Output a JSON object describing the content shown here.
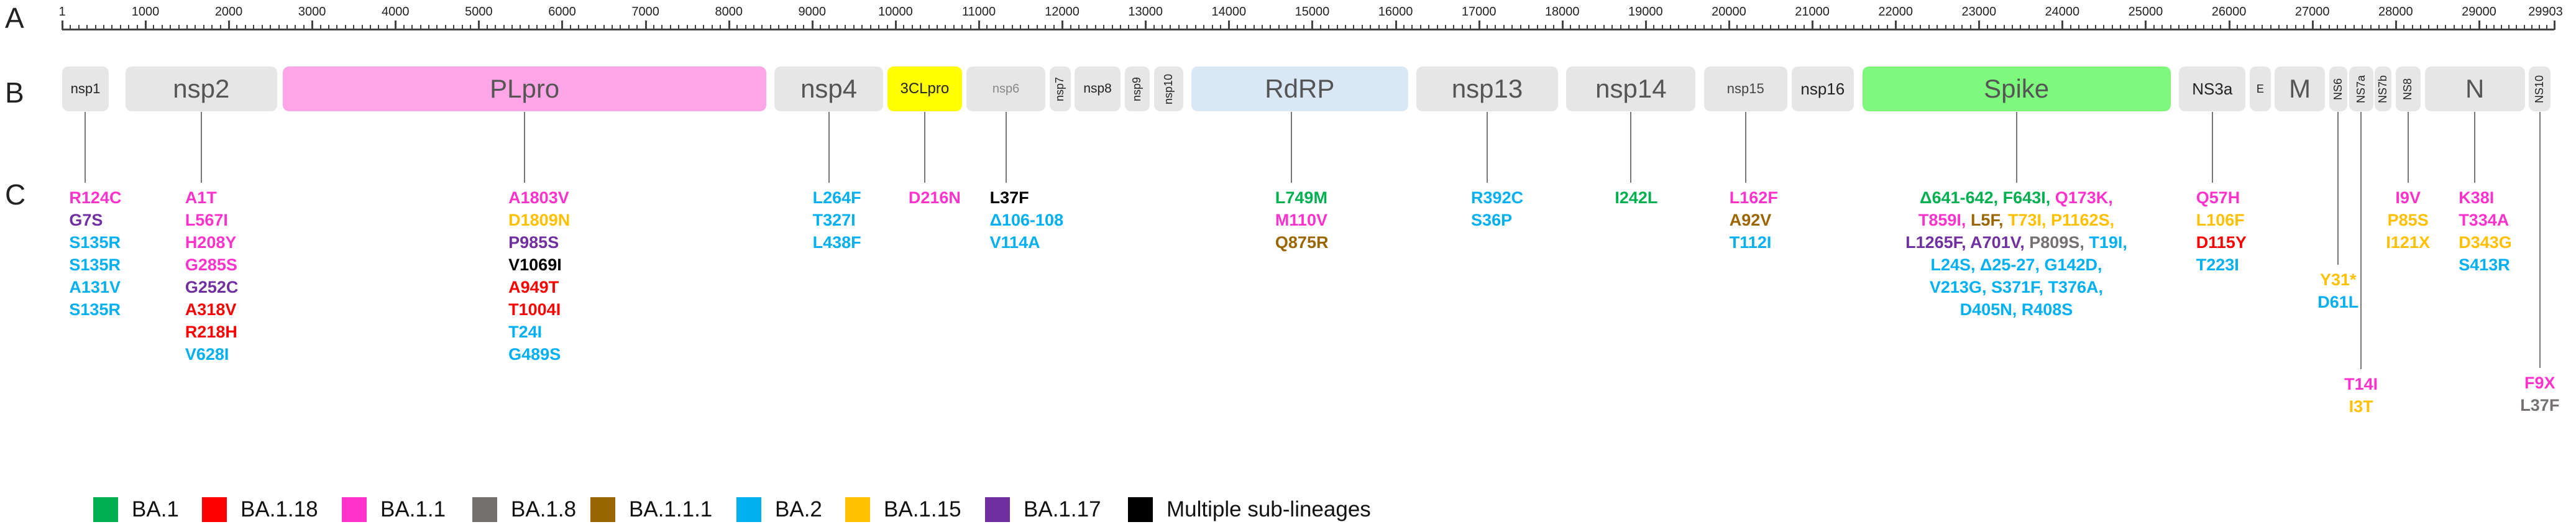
{
  "row_labels": [
    "A",
    "B",
    "C"
  ],
  "axis": {
    "min": 1,
    "max": 29903,
    "ticks": [
      {
        "pos": 1,
        "label": "1"
      },
      {
        "pos": 1000,
        "label": "1000"
      },
      {
        "pos": 2000,
        "label": "2000"
      },
      {
        "pos": 3000,
        "label": "3000"
      },
      {
        "pos": 4000,
        "label": "4000"
      },
      {
        "pos": 5000,
        "label": "5000"
      },
      {
        "pos": 6000,
        "label": "6000"
      },
      {
        "pos": 7000,
        "label": "7000"
      },
      {
        "pos": 8000,
        "label": "8000"
      },
      {
        "pos": 9000,
        "label": "9000"
      },
      {
        "pos": 10000,
        "label": "10000"
      },
      {
        "pos": 11000,
        "label": "11000"
      },
      {
        "pos": 12000,
        "label": "12000"
      },
      {
        "pos": 13000,
        "label": "13000"
      },
      {
        "pos": 14000,
        "label": "14000"
      },
      {
        "pos": 15000,
        "label": "15000"
      },
      {
        "pos": 16000,
        "label": "16000"
      },
      {
        "pos": 17000,
        "label": "17000"
      },
      {
        "pos": 18000,
        "label": "18000"
      },
      {
        "pos": 19000,
        "label": "19000"
      },
      {
        "pos": 20000,
        "label": "20000"
      },
      {
        "pos": 21000,
        "label": "21000"
      },
      {
        "pos": 22000,
        "label": "22000"
      },
      {
        "pos": 23000,
        "label": "23000"
      },
      {
        "pos": 24000,
        "label": "24000"
      },
      {
        "pos": 25000,
        "label": "25000"
      },
      {
        "pos": 26000,
        "label": "26000"
      },
      {
        "pos": 27000,
        "label": "27000"
      },
      {
        "pos": 28000,
        "label": "28000"
      },
      {
        "pos": 29000,
        "label": "29000"
      },
      {
        "pos": 29903,
        "label": "29903"
      }
    ]
  },
  "colors": {
    "BA.1": "#00b050",
    "BA.1.18": "#ff0000",
    "BA.1.1": "#ff33cc",
    "BA.1.8": "#767171",
    "BA.1.1.1": "#996600",
    "BA.2": "#00b0f0",
    "BA.1.15": "#ffc000",
    "BA.1.17": "#7030a0",
    "Multiple sub-lineages": "#000000"
  },
  "genes": [
    {
      "name": "nsp1",
      "start": 1,
      "end": 560,
      "fill": "#e7e6e6",
      "text": "#222222",
      "font": 22,
      "vertical": false
    },
    {
      "name": "nsp2",
      "start": 760,
      "end": 2580,
      "fill": "#e7e6e6",
      "text": "#555555",
      "font": 42,
      "vertical": false
    },
    {
      "name": "PLpro",
      "start": 2650,
      "end": 8450,
      "fill": "#ffa6e9",
      "text": "#555555",
      "font": 42,
      "vertical": false
    },
    {
      "name": "nsp4",
      "start": 8550,
      "end": 9850,
      "fill": "#e7e6e6",
      "text": "#555555",
      "font": 42,
      "vertical": false
    },
    {
      "name": "3CLpro",
      "start": 9900,
      "end": 10800,
      "fill": "#ffff00",
      "text": "#222222",
      "font": 24,
      "vertical": false
    },
    {
      "name": "nsp6",
      "start": 10850,
      "end": 11800,
      "fill": "#e7e6e6",
      "text": "#888888",
      "font": 20,
      "vertical": false
    },
    {
      "name": "nsp7",
      "start": 11850,
      "end": 12100,
      "fill": "#e7e6e6",
      "text": "#222222",
      "font": 18,
      "vertical": true
    },
    {
      "name": "nsp8",
      "start": 12150,
      "end": 12700,
      "fill": "#e7e6e6",
      "text": "#222222",
      "font": 21,
      "vertical": false
    },
    {
      "name": "nsp9",
      "start": 12750,
      "end": 13050,
      "fill": "#e7e6e6",
      "text": "#222222",
      "font": 18,
      "vertical": true
    },
    {
      "name": "nsp10",
      "start": 13100,
      "end": 13450,
      "fill": "#e7e6e6",
      "text": "#222222",
      "font": 18,
      "vertical": true
    },
    {
      "name": "RdRP",
      "start": 13550,
      "end": 16150,
      "fill": "#dae8f6",
      "text": "#555555",
      "font": 42,
      "vertical": false
    },
    {
      "name": "nsp13",
      "start": 16250,
      "end": 17950,
      "fill": "#e7e6e6",
      "text": "#555555",
      "font": 42,
      "vertical": false
    },
    {
      "name": "nsp14",
      "start": 18050,
      "end": 19600,
      "fill": "#e7e6e6",
      "text": "#555555",
      "font": 42,
      "vertical": false
    },
    {
      "name": "nsp15",
      "start": 19700,
      "end": 20700,
      "fill": "#e7e6e6",
      "text": "#444444",
      "font": 22,
      "vertical": false
    },
    {
      "name": "nsp16",
      "start": 20750,
      "end": 21500,
      "fill": "#e7e6e6",
      "text": "#222222",
      "font": 26,
      "vertical": false
    },
    {
      "name": "Spike",
      "start": 21600,
      "end": 25300,
      "fill": "#7ef97e",
      "text": "#555555",
      "font": 42,
      "vertical": false
    },
    {
      "name": "NS3a",
      "start": 25400,
      "end": 26200,
      "fill": "#e7e6e6",
      "text": "#222222",
      "font": 26,
      "vertical": false
    },
    {
      "name": "E",
      "start": 26250,
      "end": 26500,
      "fill": "#e7e6e6",
      "text": "#222222",
      "font": 18,
      "vertical": false
    },
    {
      "name": "M",
      "start": 26550,
      "end": 27150,
      "fill": "#e7e6e6",
      "text": "#555555",
      "font": 42,
      "vertical": false
    },
    {
      "name": "NS6",
      "start": 27200,
      "end": 27420,
      "fill": "#e7e6e6",
      "text": "#222222",
      "font": 18,
      "vertical": true
    },
    {
      "name": "NS7a",
      "start": 27440,
      "end": 27730,
      "fill": "#e7e6e6",
      "text": "#222222",
      "font": 18,
      "vertical": true
    },
    {
      "name": "NS7b",
      "start": 27750,
      "end": 27950,
      "fill": "#e7e6e6",
      "text": "#222222",
      "font": 18,
      "vertical": true
    },
    {
      "name": "NS8",
      "start": 28000,
      "end": 28300,
      "fill": "#e7e6e6",
      "text": "#222222",
      "font": 18,
      "vertical": true
    },
    {
      "name": "N",
      "start": 28350,
      "end": 29550,
      "fill": "#e7e6e6",
      "text": "#555555",
      "font": 42,
      "vertical": false
    },
    {
      "name": "NS10",
      "start": 29600,
      "end": 29860,
      "fill": "#e7e6e6",
      "text": "#222222",
      "font": 18,
      "vertical": true
    }
  ],
  "mutation_groups": [
    {
      "gene": "nsp1",
      "at": 280,
      "row": "upper",
      "align": "left",
      "lines": [
        {
          "text": "R124C",
          "lineage": "BA.1.1"
        },
        {
          "text": "G7S",
          "lineage": "BA.1.17"
        },
        {
          "text": "S135R",
          "lineage": "BA.2"
        },
        {
          "text": "S135R",
          "lineage": "BA.2"
        },
        {
          "text": "A131V",
          "lineage": "BA.2"
        },
        {
          "text": "S135R",
          "lineage": "BA.2"
        }
      ]
    },
    {
      "gene": "nsp2",
      "at": 1670,
      "row": "upper",
      "align": "left",
      "lines": [
        {
          "text": "A1T",
          "lineage": "BA.1.1"
        },
        {
          "text": "L567I",
          "lineage": "BA.1.1"
        },
        {
          "text": "H208Y",
          "lineage": "BA.1.1"
        },
        {
          "text": "G285S",
          "lineage": "BA.1.1"
        },
        {
          "text": "G252C",
          "lineage": "BA.1.17"
        },
        {
          "text": "A318V",
          "lineage": "BA.1.18"
        },
        {
          "text": "R218H",
          "lineage": "BA.1.18"
        },
        {
          "text": "V628I",
          "lineage": "BA.2"
        }
      ]
    },
    {
      "gene": "PLpro",
      "at": 5550,
      "row": "upper",
      "align": "left",
      "lines": [
        {
          "text": "A1803V",
          "lineage": "BA.1.1"
        },
        {
          "text": "D1809N",
          "lineage": "BA.1.15"
        },
        {
          "text": "P985S",
          "lineage": "BA.1.17"
        },
        {
          "text": "V1069I",
          "lineage": "Multiple sub-lineages"
        },
        {
          "text": "A949T",
          "lineage": "BA.1.18"
        },
        {
          "text": "T1004I",
          "lineage": "BA.1.18"
        },
        {
          "text": "T24I",
          "lineage": "BA.2"
        },
        {
          "text": "G489S",
          "lineage": "BA.2"
        }
      ]
    },
    {
      "gene": "nsp4",
      "at": 9200,
      "row": "upper",
      "align": "left",
      "lines": [
        {
          "text": "L264F",
          "lineage": "BA.2"
        },
        {
          "text": "T327I",
          "lineage": "BA.2"
        },
        {
          "text": "L438F",
          "lineage": "BA.2"
        }
      ]
    },
    {
      "gene": "3CLpro",
      "at": 10350,
      "row": "upper",
      "align": "left",
      "lines": [
        {
          "text": "D216N",
          "lineage": "BA.1.1"
        }
      ]
    },
    {
      "gene": "nsp6",
      "at": 11325,
      "row": "upper",
      "align": "left",
      "lines": [
        {
          "text": "L37F",
          "lineage": "Multiple sub-lineages"
        },
        {
          "text": "Δ106-108",
          "lineage": "BA.2"
        },
        {
          "text": "V114A",
          "lineage": "BA.2"
        }
      ]
    },
    {
      "gene": "RdRP",
      "at": 14750,
      "row": "upper",
      "align": "left",
      "lines": [
        {
          "text": "L749M",
          "lineage": "BA.1"
        },
        {
          "text": "M110V",
          "lineage": "BA.1.1"
        },
        {
          "text": "Q875R",
          "lineage": "BA.1.1.1"
        }
      ]
    },
    {
      "gene": "nsp13",
      "at": 17100,
      "row": "upper",
      "align": "left",
      "lines": [
        {
          "text": "R392C",
          "lineage": "BA.2"
        },
        {
          "text": "S36P",
          "lineage": "BA.2"
        }
      ]
    },
    {
      "gene": "nsp14",
      "at": 18825,
      "row": "upper",
      "align": "left",
      "lines": [
        {
          "text": "I242L",
          "lineage": "BA.1"
        }
      ]
    },
    {
      "gene": "nsp15",
      "at": 20200,
      "row": "upper",
      "align": "left",
      "lines": [
        {
          "text": "L162F",
          "lineage": "BA.1.1"
        },
        {
          "text": "A92V",
          "lineage": "BA.1.1.1"
        },
        {
          "text": "T112I",
          "lineage": "BA.2"
        }
      ]
    },
    {
      "gene": "Spike",
      "at": 23450,
      "row": "upper",
      "align": "center",
      "lines": [
        {
          "segments": [
            {
              "text": "Δ641-642, F643I, ",
              "lineage": "BA.1"
            },
            {
              "text": "Q173K,",
              "lineage": "BA.1.1"
            }
          ]
        },
        {
          "segments": [
            {
              "text": "T859I, ",
              "lineage": "BA.1.1"
            },
            {
              "text": "L5F, ",
              "lineage": "BA.1.1.1"
            },
            {
              "text": "T73I, ",
              "lineage": "BA.1.15"
            },
            {
              "text": "P1162S,",
              "lineage": "BA.1.15"
            }
          ]
        },
        {
          "segments": [
            {
              "text": "L1265F, A701V, ",
              "lineage": "BA.1.17"
            },
            {
              "text": "P809S, ",
              "lineage": "BA.1.8"
            },
            {
              "text": "T19I,",
              "lineage": "BA.2"
            }
          ]
        },
        {
          "segments": [
            {
              "text": "L24S, Δ25-27, G142D,",
              "lineage": "BA.2"
            }
          ]
        },
        {
          "segments": [
            {
              "text": "V213G, S371F, T376A,",
              "lineage": "BA.2"
            }
          ]
        },
        {
          "segments": [
            {
              "text": "D405N, R408S",
              "lineage": "BA.2"
            }
          ]
        }
      ]
    },
    {
      "gene": "NS3a",
      "at": 25800,
      "row": "upper",
      "align": "left",
      "lines": [
        {
          "text": "Q57H",
          "lineage": "BA.1.1"
        },
        {
          "text": "L106F",
          "lineage": "BA.1.15"
        },
        {
          "text": "D115Y",
          "lineage": "BA.1.18"
        },
        {
          "text": "T223I",
          "lineage": "BA.2"
        }
      ]
    },
    {
      "gene": "NS6",
      "at": 27310,
      "row": "mid",
      "align": "center",
      "lines": [
        {
          "text": "Y31*",
          "lineage": "BA.1.15"
        },
        {
          "text": "D61L",
          "lineage": "BA.2"
        }
      ]
    },
    {
      "gene": "NS7a",
      "at": 27585,
      "row": "low",
      "align": "center",
      "lines": [
        {
          "text": "T14I",
          "lineage": "BA.1.1"
        },
        {
          "text": "I3T",
          "lineage": "BA.1.15"
        }
      ]
    },
    {
      "gene": "NS8",
      "at": 28150,
      "row": "upper",
      "align": "center",
      "lines": [
        {
          "text": "I9V",
          "lineage": "BA.1.1"
        },
        {
          "text": "P85S",
          "lineage": "BA.1.15"
        },
        {
          "text": "I121X",
          "lineage": "BA.1.15"
        }
      ]
    },
    {
      "gene": "N",
      "at": 28950,
      "row": "upper",
      "align": "left",
      "lines": [
        {
          "text": "K38I",
          "lineage": "BA.1.1"
        },
        {
          "text": "T334A",
          "lineage": "BA.1.1"
        },
        {
          "text": "D343G",
          "lineage": "BA.1.15"
        },
        {
          "text": "S413R",
          "lineage": "BA.2"
        }
      ]
    },
    {
      "gene": "NS10",
      "at": 29730,
      "row": "bottom",
      "align": "center",
      "lines": [
        {
          "text": "F9X",
          "lineage": "BA.1.1"
        },
        {
          "text": "L37F",
          "lineage": "BA.1.8"
        }
      ]
    }
  ],
  "legend": [
    {
      "label": "BA.1",
      "color": "#00b050"
    },
    {
      "label": "BA.1.18",
      "color": "#ff0000"
    },
    {
      "label": "BA.1.1",
      "color": "#ff33cc"
    },
    {
      "label": "BA.1.8",
      "color": "#767171"
    },
    {
      "label": "BA.1.1.1",
      "color": "#996600"
    },
    {
      "label": "BA.2",
      "color": "#00b0f0"
    },
    {
      "label": "BA.1.15",
      "color": "#ffc000"
    },
    {
      "label": "BA.1.17",
      "color": "#7030a0"
    },
    {
      "label": "Multiple sub-lineages",
      "color": "#000000"
    }
  ]
}
